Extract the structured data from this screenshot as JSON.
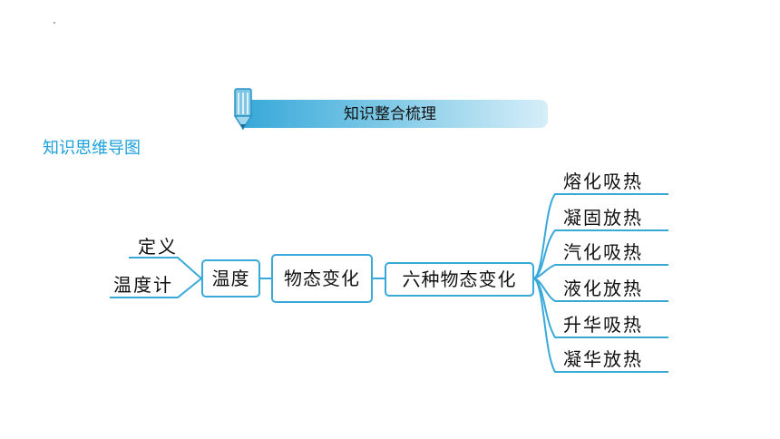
{
  "banner": {
    "title": "知识整合梳理"
  },
  "section": {
    "title": "知识思维导图"
  },
  "mindmap": {
    "left_branches": [
      "定义",
      "温度计"
    ],
    "node_temperature": "温度",
    "node_state_change": "物态变化",
    "node_six": "六种物态变化",
    "right_branches": [
      "熔化吸热",
      "凝固放热",
      "汽化吸热",
      "液化放热",
      "升华吸热",
      "凝华放热"
    ]
  },
  "colors": {
    "accent": "#38a9d9",
    "title_blue": "#1aa0dc"
  },
  "icons": {
    "banner_icon": "pencil-icon"
  }
}
